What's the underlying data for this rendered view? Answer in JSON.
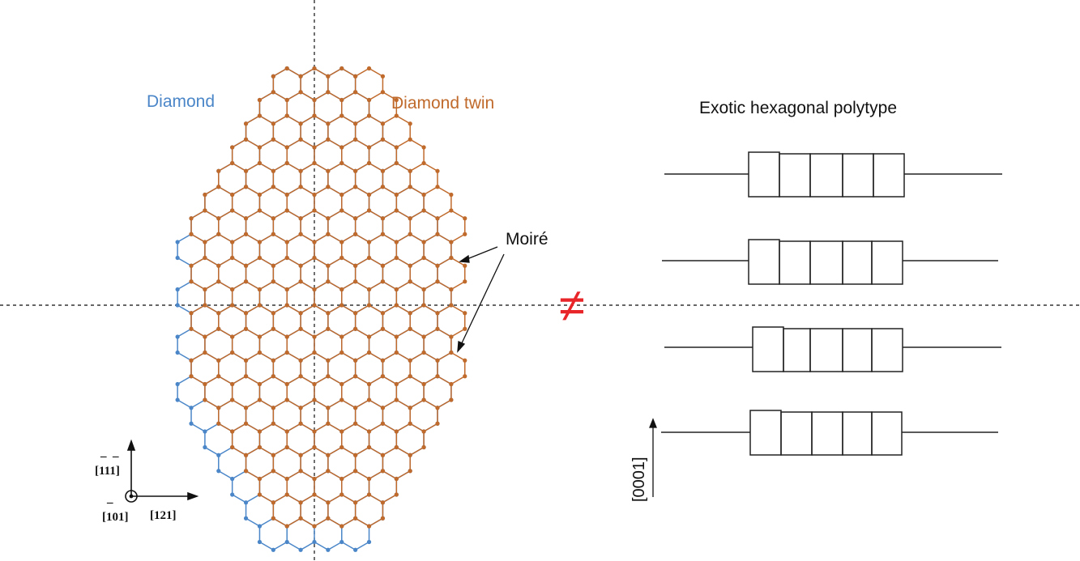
{
  "labels": {
    "diamond": "Diamond",
    "diamond_twin": "Diamond twin",
    "exotic": "Exotic hexagonal polytype",
    "moire": "Moiré",
    "not_equal": "≠",
    "axis_0001": "[0001]",
    "axis_up": "[̅111̅]",
    "axis_right": "[121]",
    "axis_out": "[̅101]"
  },
  "axis_text": {
    "up_bar": "¯",
    "up_main": "[111]",
    "out_main": "[101]"
  },
  "colors": {
    "diamond": "#4a86c8",
    "diamond_twin": "#c06a2c",
    "lines": "#222222",
    "not_equal": "#e8262a"
  },
  "polytype_rows": [
    {
      "name": "row-1",
      "cells": 5
    },
    {
      "name": "row-2",
      "cells": 5
    },
    {
      "name": "row-3",
      "cells": 5
    },
    {
      "name": "row-4",
      "cells": 5
    }
  ]
}
